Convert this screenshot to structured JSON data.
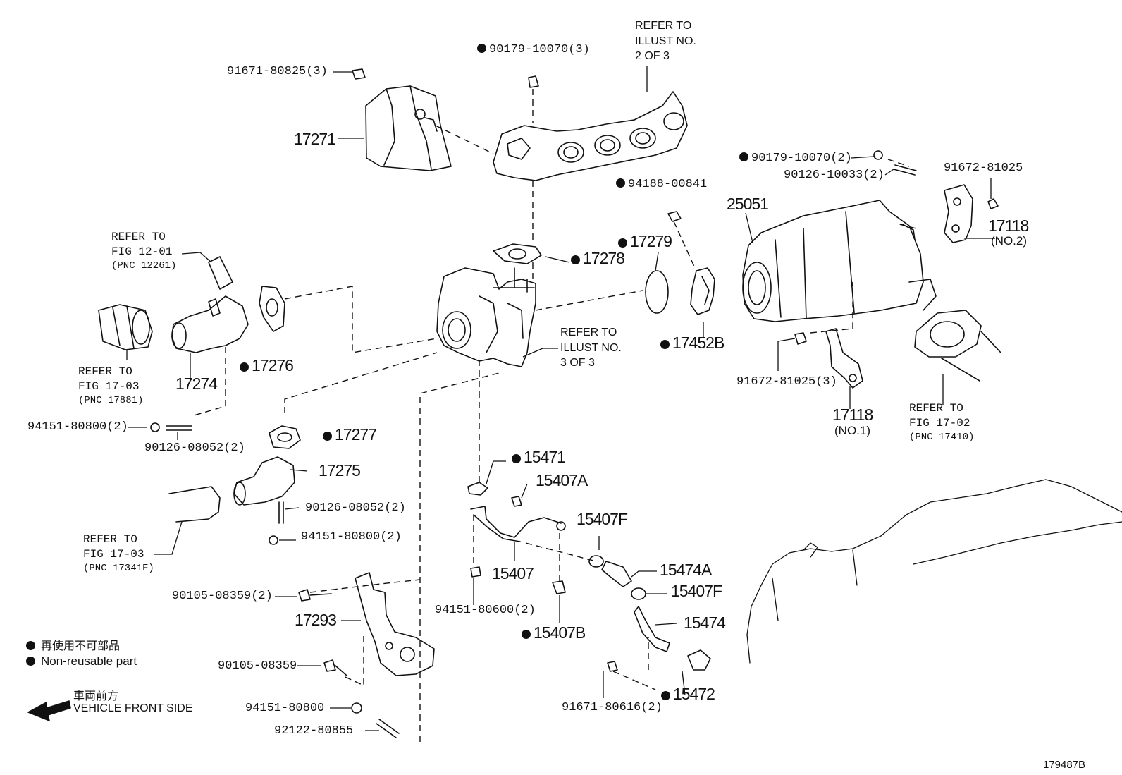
{
  "labels": {
    "p17271": "17271",
    "p91671_80825": "91671-80825(3)",
    "p90179_10070_top": "90179-10070(3)",
    "refer_illust2_l1": "REFER TO",
    "refer_illust2_l2": "ILLUST NO.",
    "refer_illust2_l3": "2 OF 3",
    "p90179_10070_right": "90179-10070(2)",
    "p90126_10033": "90126-10033(2)",
    "p91672_81025_top": "91672-81025",
    "p94188_00841": "94188-00841",
    "p25051": "25051",
    "p17118_no2": "17118",
    "p17118_no2_sub": "(NO.2)",
    "p17279": "17279",
    "p17278": "17278",
    "p17452b": "17452B",
    "refer_fig1201_l1": "REFER TO",
    "refer_fig1201_l2": "FIG 12-01",
    "refer_fig1201_l3": "(PNC 12261)",
    "refer_illust3_l1": "REFER TO",
    "refer_illust3_l2": "ILLUST NO.",
    "refer_illust3_l3": "3 OF 3",
    "refer_fig1703a_l1": "REFER TO",
    "refer_fig1703a_l2": "FIG 17-03",
    "refer_fig1703a_l3": "(PNC 17881)",
    "p17274": "17274",
    "p17276": "17276",
    "p91672_81025_3": "91672-81025(3)",
    "p17118_no1": "17118",
    "p17118_no1_sub": "(NO.1)",
    "refer_fig1702_l1": "REFER TO",
    "refer_fig1702_l2": "FIG 17-02",
    "refer_fig1702_l3": "(PNC 17410)",
    "p94151_80800_a": "94151-80800(2)",
    "p90126_08052_a": "90126-08052(2)",
    "p17277": "17277",
    "p15471": "15471",
    "p17275": "17275",
    "p15407a": "15407A",
    "p90126_08052_b": "90126-08052(2)",
    "p94151_80800_b": "94151-80800(2)",
    "refer_fig1703b_l1": "REFER TO",
    "refer_fig1703b_l2": "FIG 17-03",
    "refer_fig1703b_l3": "(PNC 17341F)",
    "p15407f_a": "15407F",
    "p15407": "15407",
    "p15474a": "15474A",
    "p90105_08359_2": "90105-08359(2)",
    "p15407f_b": "15407F",
    "p94151_80600": "94151-80600(2)",
    "p17293": "17293",
    "p15474": "15474",
    "p15407b": "15407B",
    "p90105_08359": "90105-08359",
    "p94151_80800_c": "94151-80800",
    "p91671_80616": "91671-80616(2)",
    "p15472": "15472",
    "p92122_80855": "92122-80855",
    "legend_jp": "再使用不可部品",
    "legend_en": "Non-reusable part",
    "front_jp": "車両前方",
    "front_en": "VEHICLE FRONT SIDE",
    "illustration_id": "179487B"
  }
}
